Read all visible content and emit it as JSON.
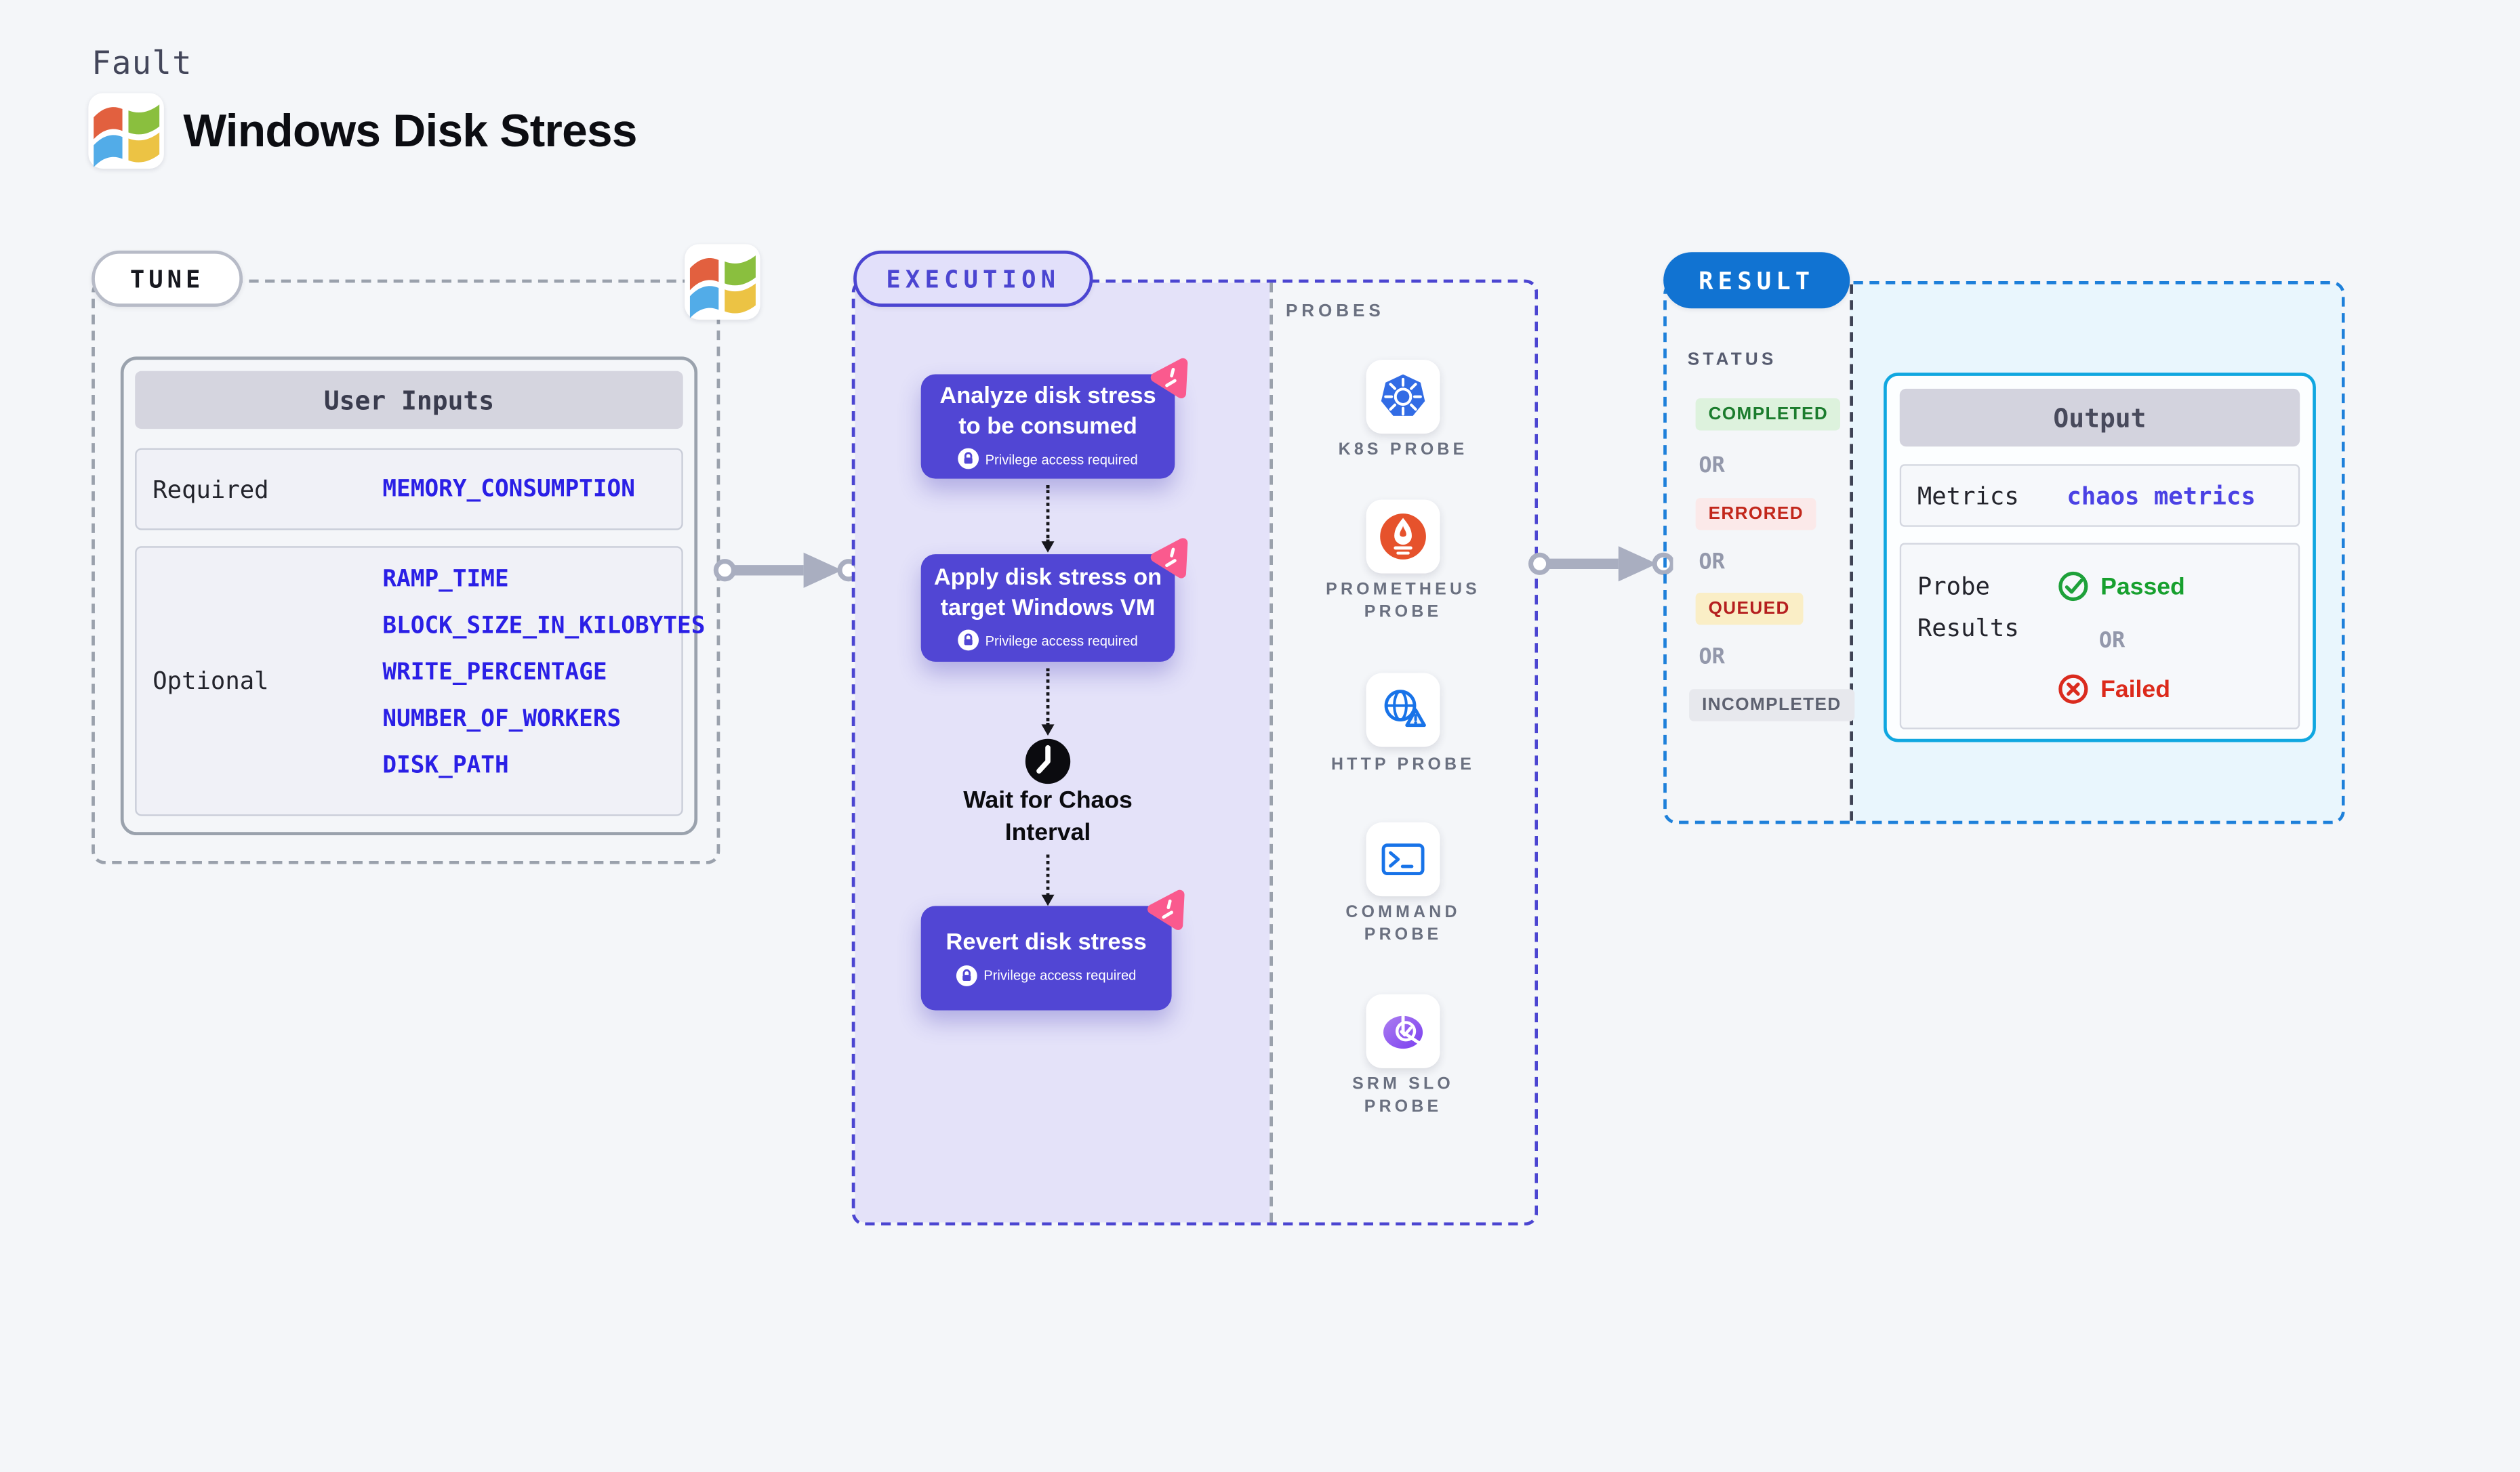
{
  "header": {
    "eyebrow": "Fault",
    "title": "Windows Disk Stress"
  },
  "tune": {
    "pill": "TUNE",
    "table": {
      "header": "User Inputs",
      "required_label": "Required",
      "required_values": [
        "MEMORY_CONSUMPTION"
      ],
      "optional_label": "Optional",
      "optional_values": [
        "RAMP_TIME",
        "BLOCK_SIZE_IN_KILOBYTES",
        "WRITE_PERCENTAGE",
        "NUMBER_OF_WORKERS",
        "DISK_PATH"
      ]
    }
  },
  "execution": {
    "pill": "EXECUTION",
    "steps": [
      {
        "line1": "Analyze disk stress",
        "line2": "to be consumed",
        "badge": "Privilege access required"
      },
      {
        "line1": "Apply disk stress on",
        "line2": "target Windows VM",
        "badge": "Privilege access required"
      },
      {
        "line1": "Revert disk stress",
        "line2": "",
        "badge": "Privilege access required"
      }
    ],
    "wait_line1": "Wait for Chaos",
    "wait_line2": "Interval"
  },
  "probes": {
    "header": "PROBES",
    "items": [
      {
        "icon": "kubernetes-icon",
        "line1": "K8S PROBE",
        "line2": ""
      },
      {
        "icon": "prometheus-icon",
        "line1": "PROMETHEUS",
        "line2": "PROBE"
      },
      {
        "icon": "http-globe-icon",
        "line1": "HTTP PROBE",
        "line2": ""
      },
      {
        "icon": "terminal-icon",
        "line1": "COMMAND",
        "line2": "PROBE"
      },
      {
        "icon": "slo-donut-icon",
        "line1": "SRM SLO",
        "line2": "PROBE"
      }
    ]
  },
  "result": {
    "pill": "RESULT",
    "status_header": "STATUS",
    "or_label": "OR",
    "badges": [
      {
        "label": "COMPLETED",
        "fg": "#1b7c2d",
        "bg": "#ddf2dd"
      },
      {
        "label": "ERRORED",
        "fg": "#c2271b",
        "bg": "#fbe9e9"
      },
      {
        "label": "QUEUED",
        "fg": "#b51f1f",
        "bg": "#faeec6"
      },
      {
        "label": "INCOMPLETED",
        "fg": "#5d6170",
        "bg": "#e7e8ed"
      }
    ],
    "output": {
      "header": "Output",
      "metrics_label": "Metrics",
      "metrics_value": "chaos metrics",
      "probe_label_line1": "Probe",
      "probe_label_line2": "Results",
      "passed": "Passed",
      "or_label": "OR",
      "failed": "Failed"
    }
  },
  "colors": {
    "page_bg": "#f4f6f9",
    "dashed_gray": "#9aa1ac",
    "indigo": "#4b45d1",
    "indigo_box": "#5146d4",
    "indigo_light_bg": "#e4e2f9",
    "pink_accent": "#fa5a8e",
    "param_blue": "#2a1fe6",
    "result_blue": "#1173d2",
    "result_dashed_blue": "#1e80da",
    "cyan_border": "#10a7e0",
    "cyan_bg": "#e9f6fd",
    "link_indigo": "#4b42e4",
    "passed_green": "#17a02e",
    "failed_red": "#dc2a1b",
    "arrow_gray": "#a9aec0"
  }
}
